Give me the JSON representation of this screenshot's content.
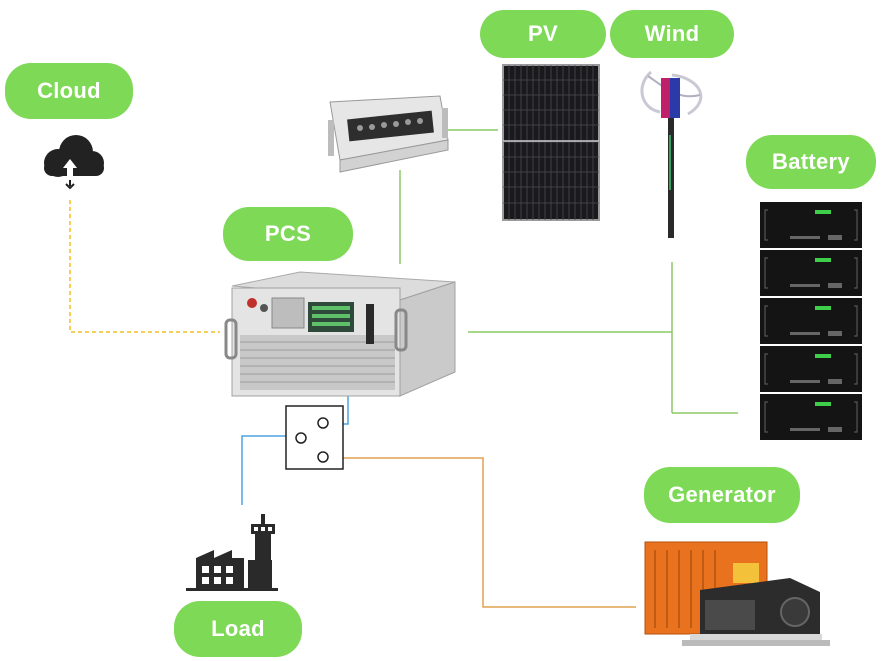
{
  "labels": {
    "cloud": "Cloud",
    "pv": "PV",
    "wind": "Wind",
    "battery": "Battery",
    "pcs": "PCS",
    "generator": "Generator",
    "load": "Load"
  },
  "colors": {
    "pill": "#7ed957",
    "green_line": "#8cc864",
    "blue_line": "#4da3e0",
    "orange_line": "#e0a050",
    "cloud_dashed": "#f0c020"
  },
  "icons": [
    "cloud-upload-icon",
    "factory-icon"
  ]
}
